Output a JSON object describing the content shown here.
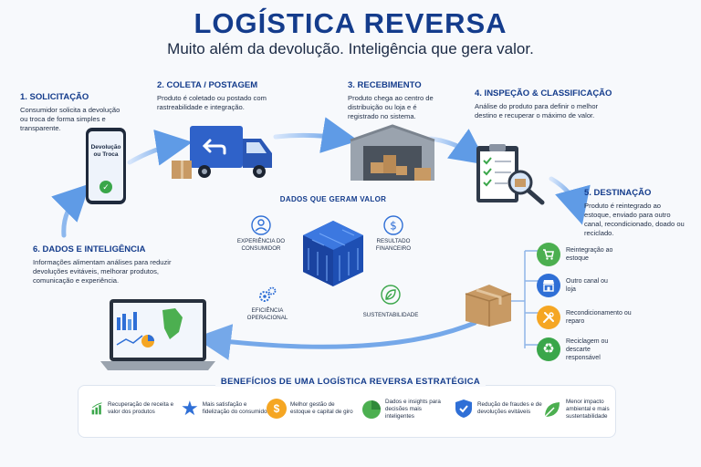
{
  "header": {
    "title": "LOGÍSTICA REVERSA",
    "subtitle": "Muito além da devolução. Inteligência que gera valor."
  },
  "steps": [
    {
      "title": "1. SOLICITAÇÃO",
      "description": "Consumidor solicita a devolução ou troca de forma simples e transparente."
    },
    {
      "title": "2. COLETA / POSTAGEM",
      "description": "Produto é coletado ou postado com rastreabilidade e integração."
    },
    {
      "title": "3. RECEBIMENTO",
      "description": "Produto chega ao centro de distribuição ou loja e é registrado no sistema."
    },
    {
      "title": "4. INSPEÇÃO & CLASSIFICAÇÃO",
      "description": "Análise do produto para definir o melhor destino e recuperar o máximo de valor."
    },
    {
      "title": "5. DESTINAÇÃO",
      "description": "Produto é reintegrado ao estoque, enviado para outro canal, recondicionado, doado ou reciclado."
    },
    {
      "title": "6. DADOS E INTELIGÊNCIA",
      "description": "Informações alimentam análises para reduzir devoluções evitáveis, melhorar produtos, comunicação e experiência."
    }
  ],
  "phone": {
    "screen_text": "Devolução ou Troca"
  },
  "center": {
    "title": "DADOS QUE GERAM VALOR",
    "items": [
      {
        "label": "EXPERIÊNCIA DO CONSUMIDOR",
        "icon": "person-icon"
      },
      {
        "label": "RESULTADO FINANCEIRO",
        "icon": "dollar-icon"
      },
      {
        "label": "EFICIÊNCIA OPERACIONAL",
        "icon": "gears-icon"
      },
      {
        "label": "SUSTENTABILIDADE",
        "icon": "leaf-icon"
      }
    ]
  },
  "destinations": [
    {
      "label": "Reintegração ao estoque",
      "icon": "cart-icon",
      "color": "#4caf50"
    },
    {
      "label": "Outro canal ou loja",
      "icon": "store-icon",
      "color": "#2f6fd6"
    },
    {
      "label": "Recondicionamento ou reparo",
      "icon": "tools-icon",
      "color": "#f5a623"
    },
    {
      "label": "Reciclagem ou descarte responsável",
      "icon": "recycle-icon",
      "color": "#3aa64a"
    }
  ],
  "benefits": {
    "title": "BENEFÍCIOS DE UMA LOGÍSTICA REVERSA ESTRATÉGICA",
    "items": [
      {
        "label": "Recuperação de receita e valor dos produtos",
        "icon": "bar-growth-icon"
      },
      {
        "label": "Mais satisfação e fidelização do consumidor",
        "icon": "star-icon"
      },
      {
        "label": "Melhor gestão de estoque e capital de giro",
        "icon": "coin-icon"
      },
      {
        "label": "Dados e insights para decisões mais inteligentes",
        "icon": "pie-icon"
      },
      {
        "label": "Redução de fraudes e de devoluções evitáveis",
        "icon": "shield-check-icon"
      },
      {
        "label": "Menor impacto ambiental e mais sustentabilidade",
        "icon": "leaf-icon"
      }
    ]
  },
  "colors": {
    "primary": "#143c8c",
    "accent": "#2f6fd6",
    "green": "#4caf50",
    "orange": "#f5a623"
  }
}
